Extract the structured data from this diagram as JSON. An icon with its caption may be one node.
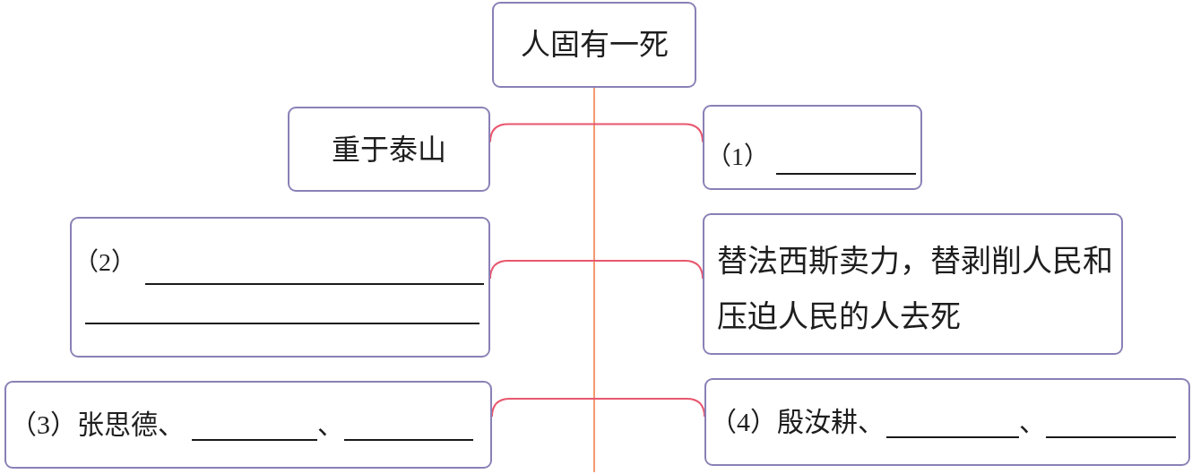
{
  "diagram": {
    "nodes": [
      {
        "text": [
          "人固有一死"
        ]
      },
      {
        "text": [
          "重于泰山"
        ]
      },
      {
        "text": [
          "（1）"
        ]
      },
      {
        "text": [
          "（2）"
        ]
      },
      {
        "text": [
          "替法西斯卖力，替剥削人民和压迫人民的人去死"
        ]
      },
      {
        "text": [
          "（3）张思德、",
          "、"
        ]
      },
      {
        "text": [
          "（4）殷汝耕、",
          "、"
        ]
      }
    ],
    "edges": [
      {
        "from": 0,
        "to": null,
        "arrow": "none",
        "color": "#f29a72"
      },
      {
        "from": 1,
        "to": 2,
        "arrow": "none"
      },
      {
        "from": 3,
        "to": 4,
        "arrow": "none"
      },
      {
        "from": 5,
        "to": 6,
        "arrow": "none"
      }
    ]
  }
}
